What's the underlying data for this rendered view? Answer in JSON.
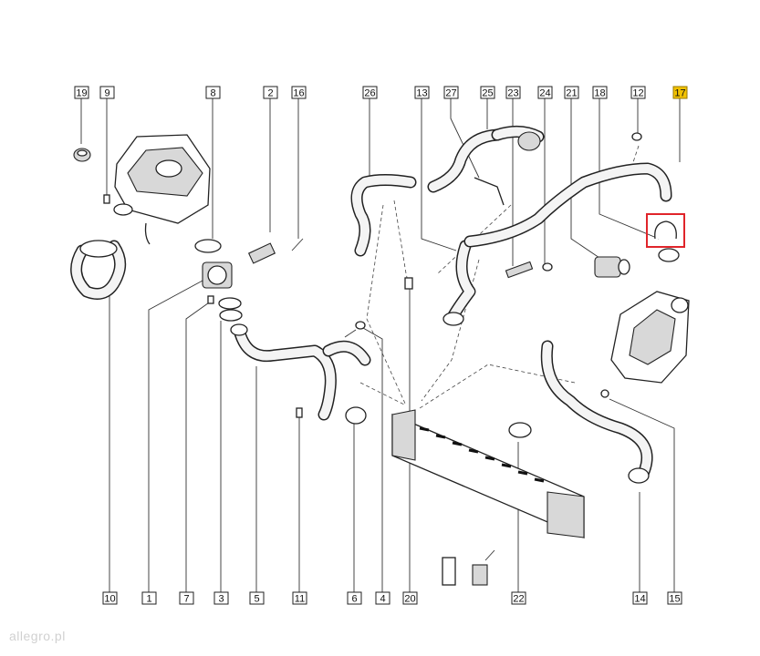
{
  "diagram": {
    "callouts_top": [
      "19",
      "9",
      "8",
      "2",
      "16",
      "26",
      "13",
      "27",
      "25",
      "23",
      "24",
      "21",
      "18",
      "12",
      "17"
    ],
    "callouts_bottom": [
      "10",
      "1",
      "7",
      "3",
      "5",
      "11",
      "6",
      "4",
      "20",
      "22",
      "14",
      "15"
    ],
    "highlighted_part": "17",
    "highlight_color": "#f2c200",
    "selection_box_color": "#e0242a"
  },
  "watermark": "allegro.pl"
}
